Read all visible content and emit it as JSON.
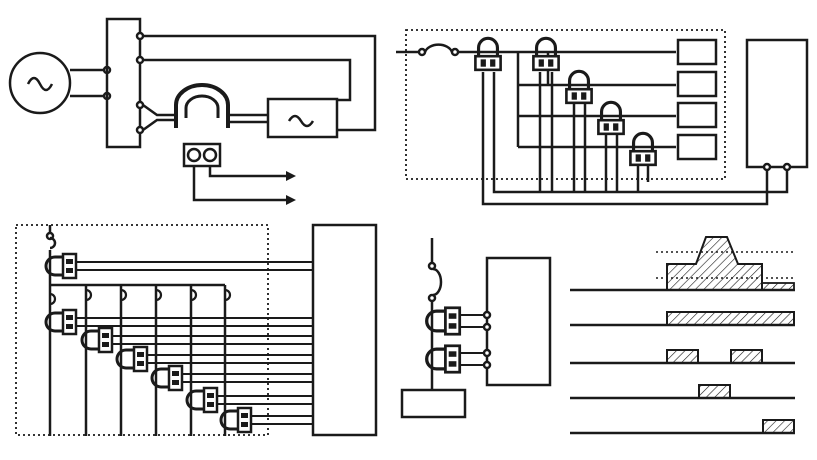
{
  "diagram": {
    "panels": [
      {
        "id": "generator-current-sensor-panel"
      },
      {
        "id": "breaker-multi-branch-sensor-panel"
      },
      {
        "id": "distribution-sensor-array-panel"
      },
      {
        "id": "dual-sensor-controller-panel"
      },
      {
        "id": "current-waveform-timing-panel"
      }
    ],
    "timing_rows": 5,
    "colors": {
      "line": "#1a1a1a",
      "background": "#ffffff",
      "hatch": "#1a1a1a"
    }
  }
}
